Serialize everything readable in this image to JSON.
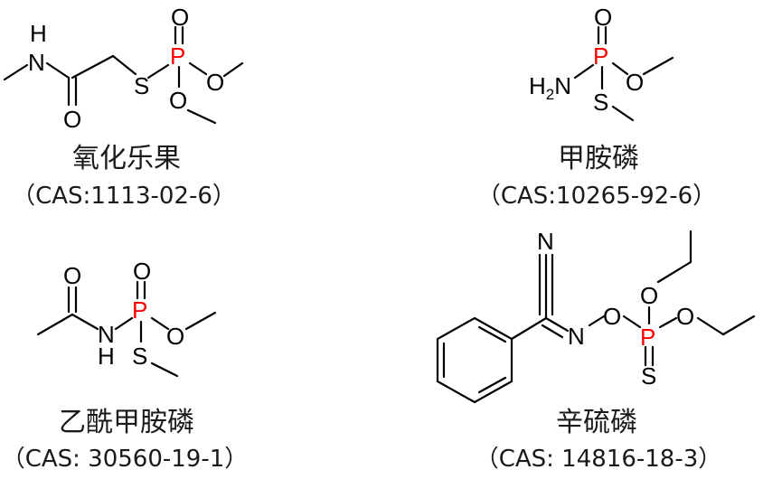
{
  "atoms": {
    "N": "N",
    "NH_H": "H",
    "O": "O",
    "S": "S",
    "P": "P",
    "H2": "H",
    "H2_sub": "2"
  },
  "compounds": [
    {
      "name": "氧化乐果",
      "cas": "（CAS:1113-02-6）"
    },
    {
      "name": "甲胺磷",
      "cas": "（CAS:10265-92-6）"
    },
    {
      "name": "乙酰甲胺磷",
      "cas": "（CAS: 30560-19-1）"
    },
    {
      "name": "辛硫磷",
      "cas": "（CAS: 14816-18-3）"
    }
  ],
  "colors": {
    "phosphorus": "#ff0000",
    "bond": "#000000",
    "text": "#1a1a1a"
  }
}
